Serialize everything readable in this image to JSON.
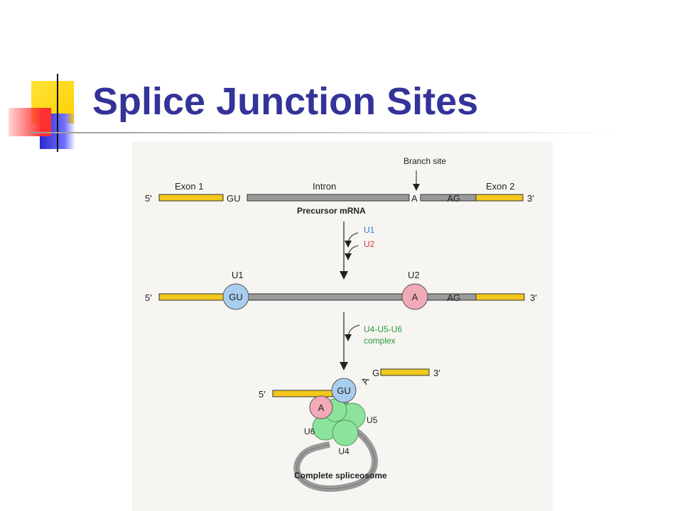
{
  "slide": {
    "title": "Splice Junction Sites"
  },
  "diagram": {
    "stage1": {
      "five_prime": "5′",
      "three_prime": "3′",
      "exon1": "Exon 1",
      "intron": "Intron",
      "exon2": "Exon 2",
      "gu": "GU",
      "a": "A",
      "ag": "AG",
      "branch_site": "Branch site",
      "caption": "Precursor mRNA"
    },
    "arrow1": {
      "u1": "U1",
      "u2": "U2"
    },
    "stage2": {
      "five_prime": "5′",
      "three_prime": "3′",
      "u1": "U1",
      "u2": "U2",
      "gu": "GU",
      "a": "A",
      "ag": "AG"
    },
    "arrow2": {
      "line1": "U4-U5-U6",
      "line2": "complex"
    },
    "stage3": {
      "five_prime": "5′",
      "three_prime": "3′",
      "gu": "GU",
      "a": "A",
      "ag_a": "A",
      "ag_g": "G",
      "u4": "U4",
      "u5": "U5",
      "u6": "U6",
      "caption": "Complete spliceosome"
    },
    "colors": {
      "exon": "#f2c81c",
      "intron": "#9a9a9a",
      "u1": "#a9cdee",
      "u2": "#f2aab8",
      "u456": "#8ee39c",
      "u1_label": "#2a7fd0",
      "u2_label": "#d23a4a",
      "complex_label": "#2a9a3a"
    }
  }
}
